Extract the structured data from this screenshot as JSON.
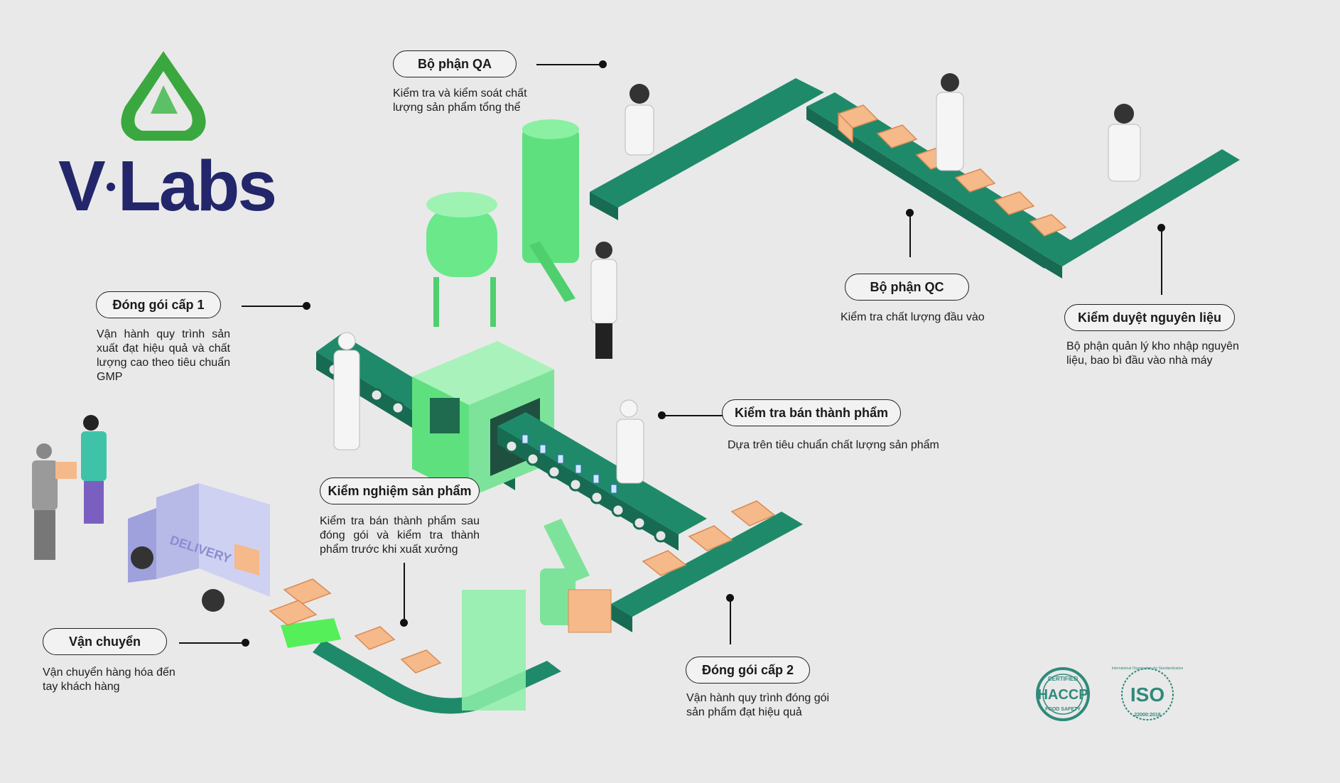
{
  "brand": {
    "name_left": "V",
    "name_right": "Labs",
    "primary_color": "#23266a",
    "accent_color": "#3aa83f"
  },
  "stations": {
    "qa": {
      "title": "Bộ phận QA",
      "desc": "Kiểm tra và kiểm soát chất lượng sản phẩm tổng thể"
    },
    "qc": {
      "title": "Bộ phận QC",
      "desc": "Kiểm tra chất lượng đầu vào"
    },
    "raw": {
      "title": "Kiểm duyệt nguyên liệu",
      "desc": "Bộ phận quản lý kho nhập nguyên liệu, bao bì đầu vào nhà máy"
    },
    "pack1": {
      "title": "Đóng gói cấp 1",
      "desc": "Vận hành quy trình sản xuất đạt hiệu quả và chất lượng cao theo tiêu chuẩn GMP"
    },
    "semi": {
      "title": "Kiểm tra bán thành phẩm",
      "desc": "Dựa trên tiêu chuẩn chất lượng sản phẩm"
    },
    "test": {
      "title": "Kiểm nghiệm sản phẩm",
      "desc": "Kiểm tra bán thành phẩm sau đóng gói và kiểm tra thành phẩm trước khi xuất xưởng"
    },
    "ship": {
      "title": "Vận chuyển",
      "desc": "Vận chuyển hàng hóa đến tay khách hàng"
    },
    "pack2": {
      "title": "Đóng gói cấp 2",
      "desc": "Vận hành quy trình đóng gói sản phẩm đạt hiệu quả"
    }
  },
  "truck": {
    "label": "DELIVERY"
  },
  "certs": {
    "haccp": {
      "name": "HACCP",
      "top_text": "CERTIFIED",
      "bottom_text": "FOOD SAFETY"
    },
    "iso": {
      "name": "ISO",
      "ring_text": "International Organization for Standardization",
      "standard": "22000:2018"
    }
  },
  "colors": {
    "belt": "#1f8a6a",
    "belt_dark": "#176b52",
    "machine": "#7de39a",
    "box": "#f5b98a",
    "background": "#e9e9e9"
  }
}
